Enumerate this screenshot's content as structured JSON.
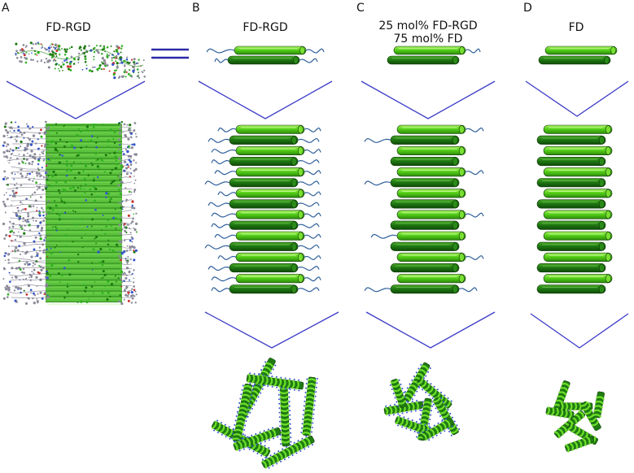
{
  "panels": [
    {
      "letter": "A",
      "title": "FD-RGD"
    },
    {
      "letter": "B",
      "title": "FD-RGD"
    },
    {
      "letter": "C",
      "title_line1": "25 mol% FD-RGD",
      "title_line2": "75 mol% FD"
    },
    {
      "letter": "D",
      "title": "FD"
    }
  ],
  "colors": {
    "helix_light": "#66dd22",
    "helix_dark": "#1f7a12",
    "helix_edge": "#0e3a08",
    "peptide_tail": "#2f5f9a",
    "chevron": "#3b3bc8",
    "equals": "#2a2aa8",
    "atom_blue": "#3355cc",
    "atom_grey": "#8a8a99",
    "atom_red": "#cc3333"
  },
  "icons": [
    "equals-sign",
    "chevron-arrow",
    "helix-cylinder",
    "molecular-model",
    "fibril-bundle"
  ]
}
